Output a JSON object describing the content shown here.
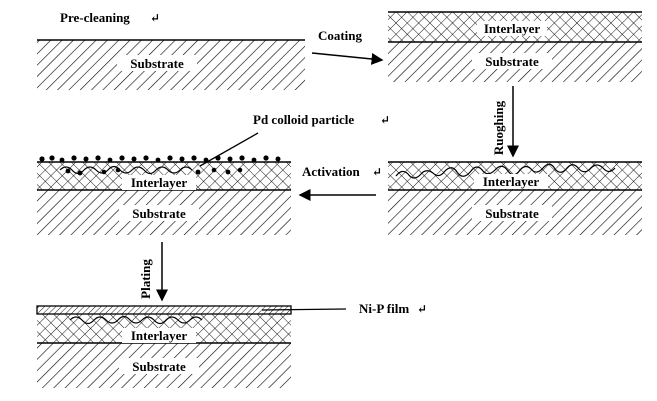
{
  "steps": {
    "pre_cleaning": "Pre-cleaning",
    "coating": "Coating",
    "roughing": "Ruoghing",
    "activation": "Activation",
    "plating": "Plating"
  },
  "labels": {
    "substrate": "Substrate",
    "interlayer": "Interlayer",
    "pd_colloid": "Pd colloid particle",
    "nip_film": "Ni-P film"
  },
  "marks": {
    "return_glyph": "↵"
  },
  "colors": {
    "ink": "#000000",
    "background": "#ffffff"
  }
}
